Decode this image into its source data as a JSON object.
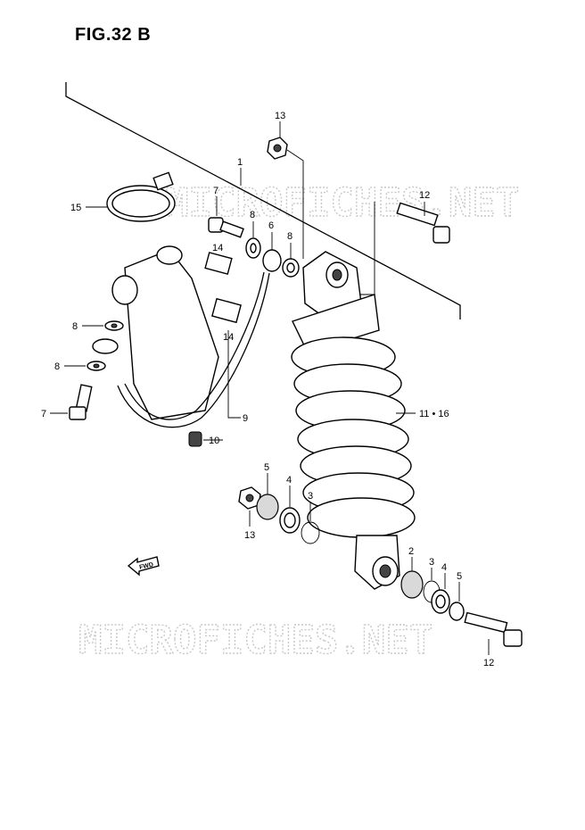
{
  "figure": {
    "title": "FIG.32 B"
  },
  "watermarks": [
    "MICROFICHES.NET",
    "MICROFICHES.NET"
  ],
  "fwd_label": "FWD",
  "callouts": {
    "c1": "1",
    "c13a": "13",
    "c15": "15",
    "c7a": "7",
    "c8a": "8",
    "c6": "6",
    "c8b": "8",
    "c12a": "12",
    "c14a": "14",
    "c14b": "14",
    "c8c": "8",
    "c8d": "8",
    "c7b": "7",
    "c9": "9",
    "c10": "10",
    "c1116": "11 • 16",
    "c5a": "5",
    "c4a": "4",
    "c3a": "3",
    "c13b": "13",
    "c2": "2",
    "c3b": "3",
    "c4b": "4",
    "c5b": "5",
    "c12b": "12"
  }
}
